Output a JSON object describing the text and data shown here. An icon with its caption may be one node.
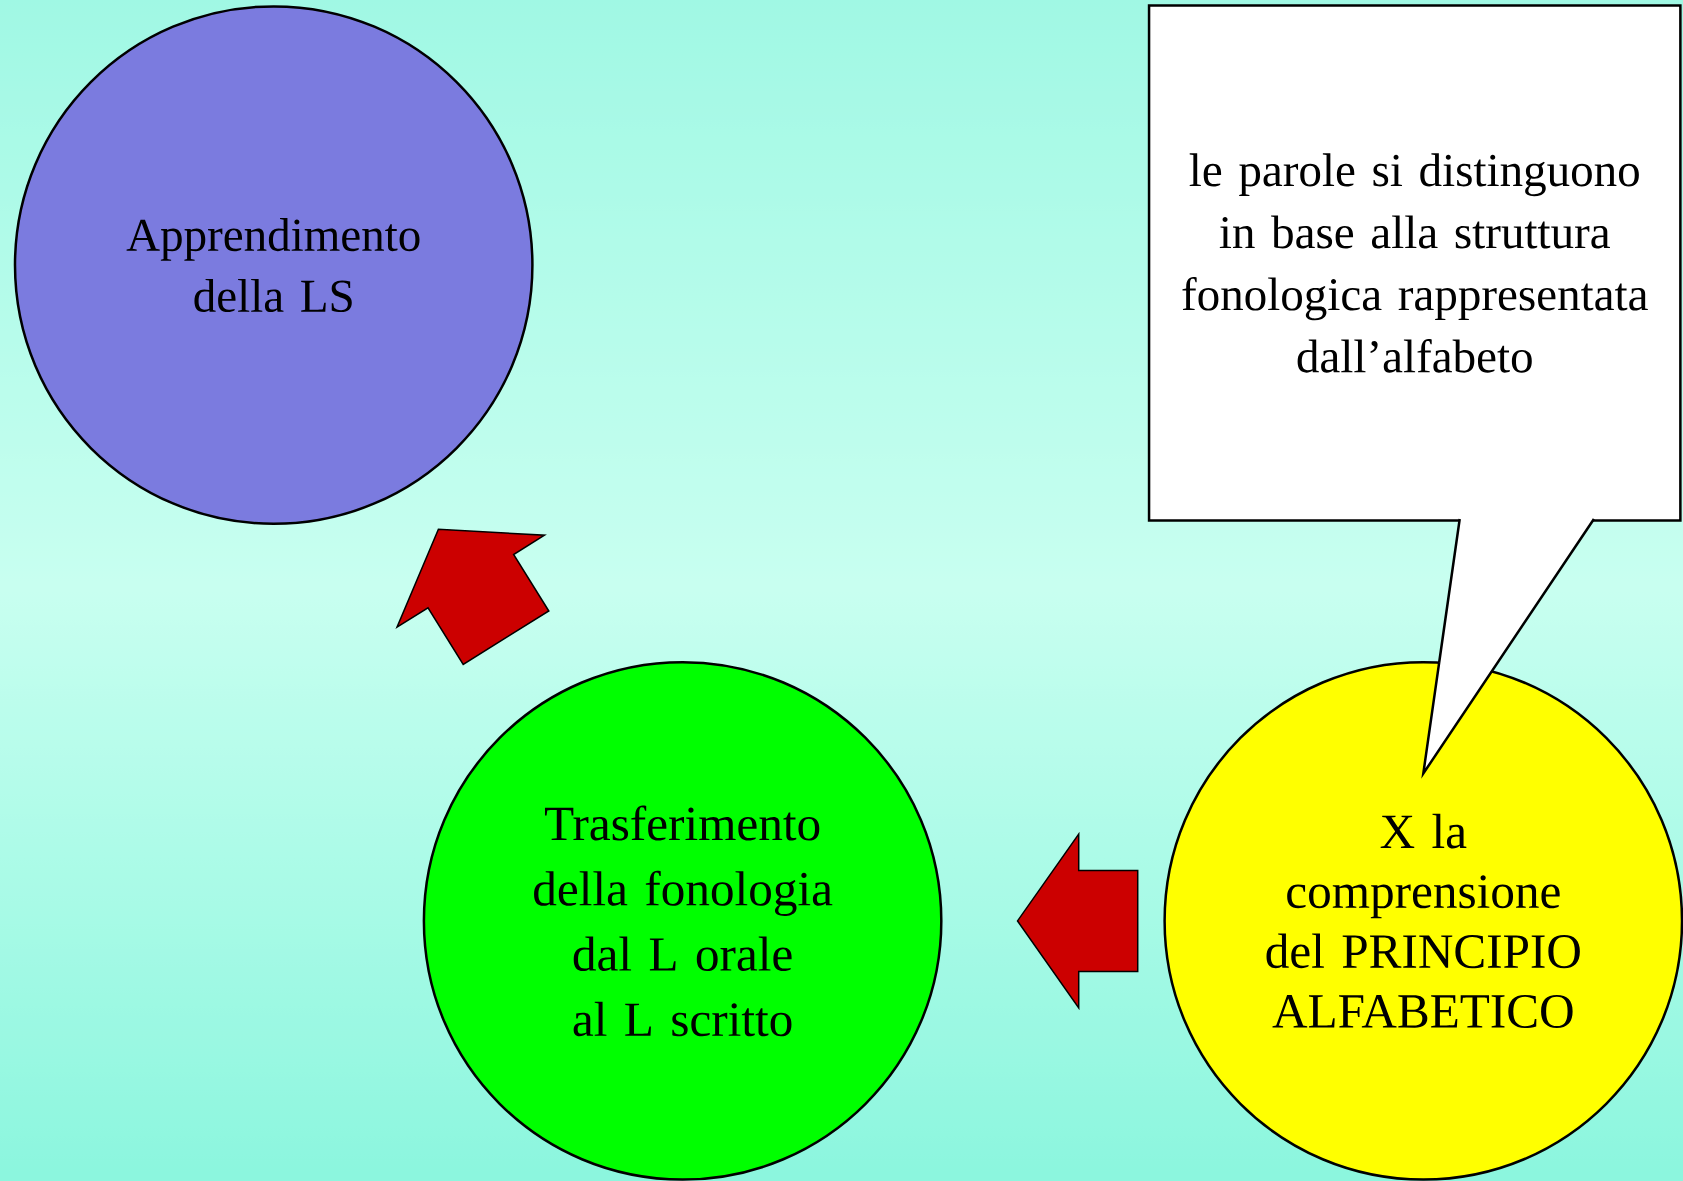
{
  "diagram": {
    "nodes": [
      {
        "text": [
          "Apprendimento della LS"
        ]
      },
      {
        "text": [
          "Trasferimento della fonologia dal L orale al L scritto"
        ]
      },
      {
        "text": [
          "X la comprensione del PRINCIPIO ALFABETICO"
        ]
      },
      {
        "text": [
          "le parole si distinguono in base alla struttura fonologica rappresentata dall’alfabeto"
        ]
      }
    ],
    "edges": [
      {
        "from": 3,
        "to": 2,
        "arrow": "none"
      },
      {
        "from": 2,
        "to": 1,
        "arrow": "to"
      },
      {
        "from": 1,
        "to": 0,
        "arrow": "to"
      }
    ]
  }
}
